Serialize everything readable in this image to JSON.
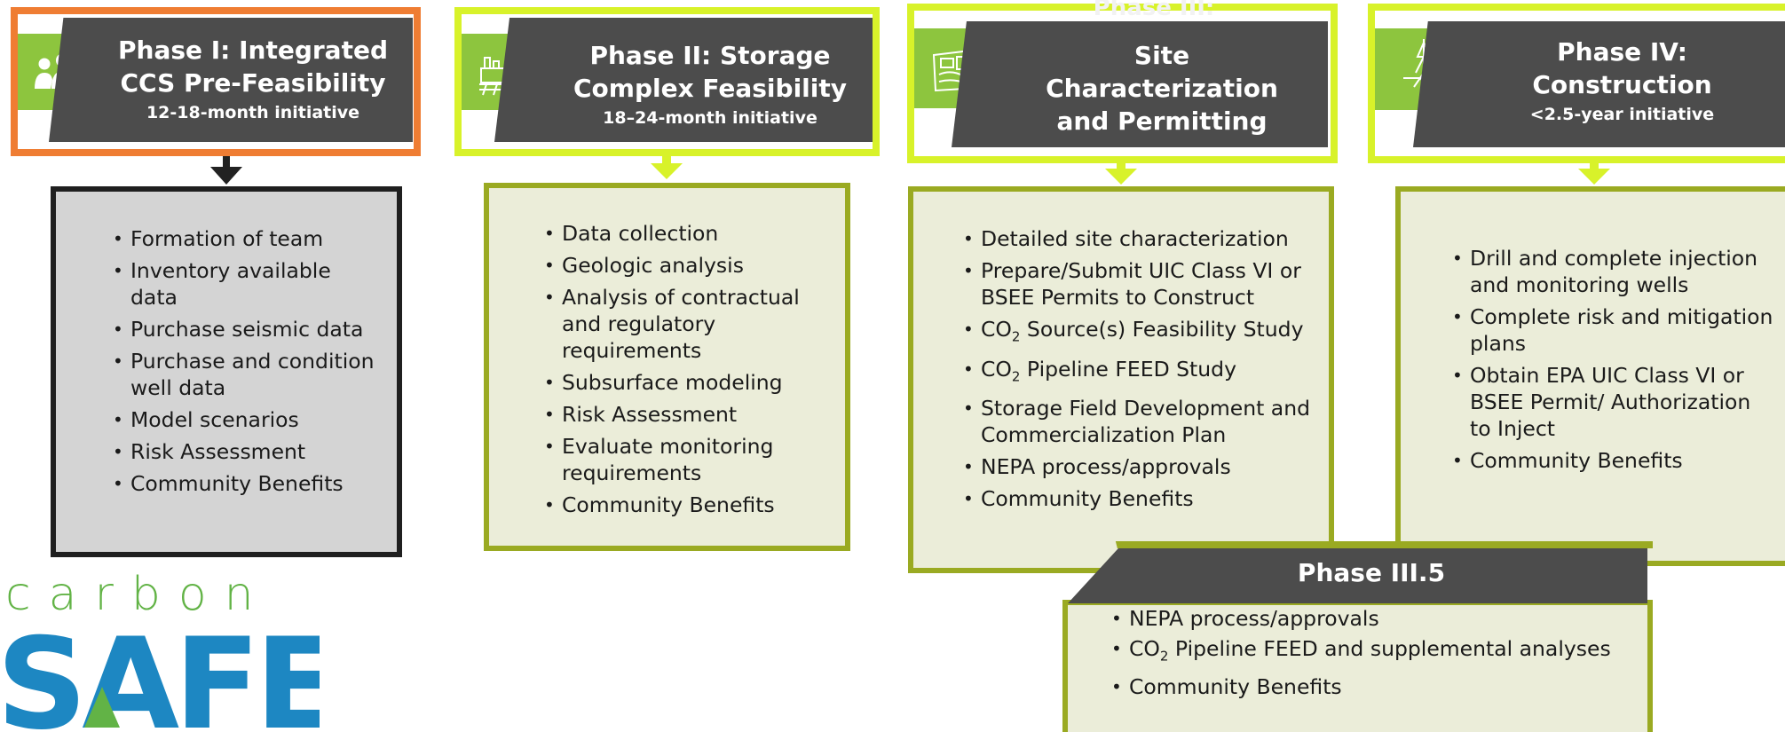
{
  "colors": {
    "header_bg": "#4c4c4c",
    "phase1_border": "#ef7d33",
    "lime_border": "#d8f22a",
    "olive_border": "#9aaa22",
    "icon_green": "#8dc53e",
    "box_fill_gray": "#d4d4d4",
    "box_fill_green": "#ebedd9",
    "logo_blue": "#1d87c2",
    "logo_green": "#62b346"
  },
  "phases": [
    {
      "icon": "people-icon",
      "title_lines": [
        "Phase I: Integrated",
        "CCS Pre-Feasibility"
      ],
      "subtitle": "12-18-month initiative",
      "items": [
        "Formation of team",
        "Inventory available data",
        "Purchase seismic data",
        "Purchase and condition well data",
        "Model scenarios",
        "Risk Assessment",
        "Community Benefits"
      ]
    },
    {
      "icon": "industrial-site-icon",
      "title_lines": [
        "Phase II: Storage",
        "Complex Feasibility"
      ],
      "subtitle": "18–24-month initiative",
      "items": [
        "Data collection",
        "Geologic analysis",
        "Analysis of contractual and regulatory requirements",
        "Subsurface modeling",
        "Risk Assessment",
        "Evaluate monitoring requirements",
        "Community Benefits"
      ]
    },
    {
      "icon": "site-map-icon",
      "title_top": "Phase III:",
      "title_lines": [
        "Site",
        "Characterization",
        "and Permitting"
      ],
      "items": [
        "Detailed site characterization",
        "Prepare/Submit UIC Class VI or BSEE Permits to Construct"
      ],
      "item_co2_source_prefix": "CO",
      "item_co2_source_sub": "2",
      "item_co2_source_rest": " Source(s) Feasibility Study",
      "item_co2_pipeline_prefix": "CO",
      "item_co2_pipeline_sub": "2",
      "item_co2_pipeline_rest": " Pipeline FEED Study",
      "items_after": [
        "Storage Field Development and Commercialization Plan",
        "NEPA process/approvals",
        "Community Benefits"
      ]
    },
    {
      "icon": "drilling-rig-icon",
      "title_lines": [
        "Phase IV:",
        "Construction"
      ],
      "subtitle": "<2.5-year initiative",
      "items": [
        "Drill and complete injection and  monitoring wells",
        "Complete risk and mitigation plans",
        "Obtain EPA UIC Class VI or BSEE Permit/ Authorization to Inject",
        "Community Benefits"
      ]
    }
  ],
  "phase35": {
    "title": "Phase III.5",
    "item1": "NEPA process/approvals",
    "item2_prefix": "CO",
    "item2_sub": "2",
    "item2_rest": " Pipeline FEED and supplemental analyses",
    "item3": "Community Benefits"
  },
  "logo": {
    "top": "carbon",
    "bottom": "SAFE"
  }
}
